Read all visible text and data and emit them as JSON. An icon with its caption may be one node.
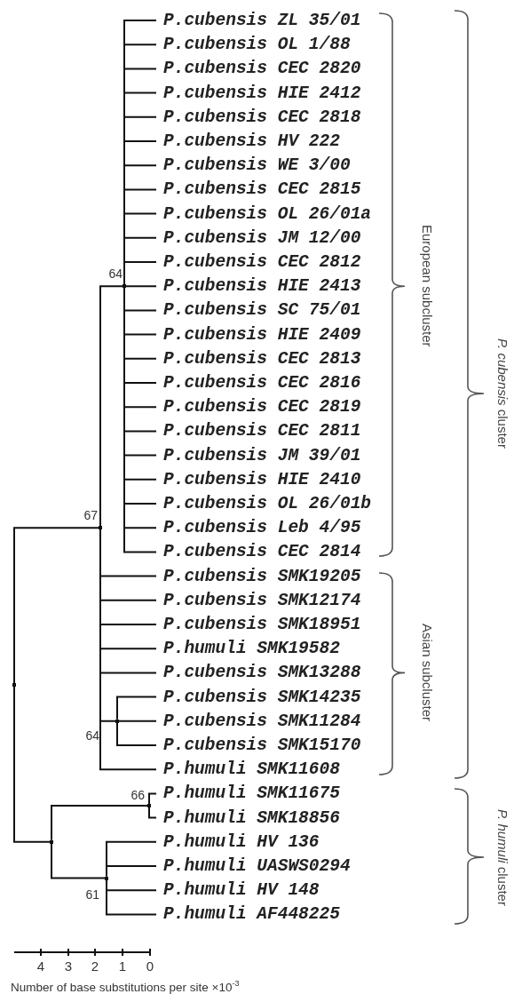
{
  "diagram": {
    "nodes": [
      {
        "text": [],
        "shape": "point"
      },
      {
        "text": [],
        "shape": "point",
        "beside": [
          "67"
        ]
      },
      {
        "text": [],
        "shape": "point",
        "beside": [
          "64"
        ]
      },
      {
        "text": [
          "P.cubensis ZL 35/01"
        ]
      },
      {
        "text": [
          "P.cubensis OL 1/88"
        ]
      },
      {
        "text": [
          "P.cubensis CEC 2820"
        ]
      },
      {
        "text": [
          "P.cubensis HIE 2412"
        ]
      },
      {
        "text": [
          "P.cubensis CEC 2818"
        ]
      },
      {
        "text": [
          "P.cubensis HV 222"
        ]
      },
      {
        "text": [
          "P.cubensis WE 3/00"
        ]
      },
      {
        "text": [
          "P.cubensis CEC 2815"
        ]
      },
      {
        "text": [
          "P.cubensis OL 26/01a"
        ]
      },
      {
        "text": [
          "P.cubensis JM 12/00"
        ]
      },
      {
        "text": [
          "P.cubensis CEC 2812"
        ]
      },
      {
        "text": [
          "P.cubensis HIE 2413"
        ]
      },
      {
        "text": [
          "P.cubensis SC 75/01"
        ]
      },
      {
        "text": [
          "P.cubensis HIE 2409"
        ]
      },
      {
        "text": [
          "P.cubensis CEC 2813"
        ]
      },
      {
        "text": [
          "P.cubensis CEC 2816"
        ]
      },
      {
        "text": [
          "P.cubensis CEC 2819"
        ]
      },
      {
        "text": [
          "P.cubensis CEC 2811"
        ]
      },
      {
        "text": [
          "P.cubensis JM 39/01"
        ]
      },
      {
        "text": [
          "P.cubensis HIE 2410"
        ]
      },
      {
        "text": [
          "P.cubensis OL 26/01b"
        ]
      },
      {
        "text": [
          "P.cubensis Leb 4/95"
        ]
      },
      {
        "text": [
          "P.cubensis CEC 2814"
        ]
      },
      {
        "text": [
          "P.cubensis SMK19205"
        ]
      },
      {
        "text": [
          "P.cubensis SMK12174"
        ]
      },
      {
        "text": [
          "P.cubensis SMK18951"
        ]
      },
      {
        "text": [
          "P.humuli SMK19582"
        ]
      },
      {
        "text": [
          "P.cubensis SMK13288"
        ]
      },
      {
        "text": [],
        "shape": "point",
        "beside": [
          "64"
        ]
      },
      {
        "text": [
          "P.cubensis SMK14235"
        ]
      },
      {
        "text": [
          "P.cubensis SMK11284"
        ]
      },
      {
        "text": [
          "P.cubensis SMK15170"
        ]
      },
      {
        "text": [
          "P.humuli SMK11608"
        ]
      },
      {
        "text": [],
        "shape": "point"
      },
      {
        "text": [],
        "shape": "point",
        "beside": [
          "66"
        ]
      },
      {
        "text": [
          "P.humuli SMK11675"
        ]
      },
      {
        "text": [
          "P.humuli SMK18856"
        ]
      },
      {
        "text": [],
        "shape": "point",
        "beside": [
          "61"
        ]
      },
      {
        "text": [
          "P.humuli HV 136"
        ]
      },
      {
        "text": [
          "P.humuli UASWS0294"
        ]
      },
      {
        "text": [
          "P.humuli HV 148"
        ]
      },
      {
        "text": [
          "P.humuli AF448225"
        ]
      }
    ],
    "edges": [
      {
        "from": 0,
        "to": 1,
        "arrow": "none"
      },
      {
        "from": 1,
        "to": 2,
        "arrow": "none"
      },
      {
        "from": 2,
        "to": 3,
        "arrow": "none"
      },
      {
        "from": 2,
        "to": 4,
        "arrow": "none"
      },
      {
        "from": 2,
        "to": 5,
        "arrow": "none"
      },
      {
        "from": 2,
        "to": 6,
        "arrow": "none"
      },
      {
        "from": 2,
        "to": 7,
        "arrow": "none"
      },
      {
        "from": 2,
        "to": 8,
        "arrow": "none"
      },
      {
        "from": 2,
        "to": 9,
        "arrow": "none"
      },
      {
        "from": 2,
        "to": 10,
        "arrow": "none"
      },
      {
        "from": 2,
        "to": 11,
        "arrow": "none"
      },
      {
        "from": 2,
        "to": 12,
        "arrow": "none"
      },
      {
        "from": 2,
        "to": 13,
        "arrow": "none"
      },
      {
        "from": 2,
        "to": 14,
        "arrow": "none"
      },
      {
        "from": 2,
        "to": 15,
        "arrow": "none"
      },
      {
        "from": 2,
        "to": 16,
        "arrow": "none"
      },
      {
        "from": 2,
        "to": 17,
        "arrow": "none"
      },
      {
        "from": 2,
        "to": 18,
        "arrow": "none"
      },
      {
        "from": 2,
        "to": 19,
        "arrow": "none"
      },
      {
        "from": 2,
        "to": 20,
        "arrow": "none"
      },
      {
        "from": 2,
        "to": 21,
        "arrow": "none"
      },
      {
        "from": 2,
        "to": 22,
        "arrow": "none"
      },
      {
        "from": 2,
        "to": 23,
        "arrow": "none"
      },
      {
        "from": 2,
        "to": 24,
        "arrow": "none"
      },
      {
        "from": 2,
        "to": 25,
        "arrow": "none"
      },
      {
        "from": 1,
        "to": 26,
        "arrow": "none"
      },
      {
        "from": 1,
        "to": 27,
        "arrow": "none"
      },
      {
        "from": 1,
        "to": 28,
        "arrow": "none"
      },
      {
        "from": 1,
        "to": 29,
        "arrow": "none"
      },
      {
        "from": 1,
        "to": 30,
        "arrow": "none"
      },
      {
        "from": 1,
        "to": 31,
        "arrow": "none"
      },
      {
        "from": 31,
        "to": 32,
        "arrow": "none"
      },
      {
        "from": 31,
        "to": 33,
        "arrow": "none"
      },
      {
        "from": 31,
        "to": 34,
        "arrow": "none"
      },
      {
        "from": 1,
        "to": 35,
        "arrow": "none"
      },
      {
        "from": 0,
        "to": 36,
        "arrow": "none"
      },
      {
        "from": 36,
        "to": 37,
        "arrow": "none"
      },
      {
        "from": 37,
        "to": 38,
        "arrow": "none"
      },
      {
        "from": 37,
        "to": 39,
        "arrow": "none"
      },
      {
        "from": 36,
        "to": 40,
        "arrow": "none"
      },
      {
        "from": 40,
        "to": 41,
        "arrow": "none"
      },
      {
        "from": 40,
        "to": 42,
        "arrow": "none"
      },
      {
        "from": 40,
        "to": 43,
        "arrow": "none"
      },
      {
        "from": 40,
        "to": 44,
        "arrow": "none"
      }
    ],
    "labels": [
      "European subcluster",
      "*P. cubensis* cluster",
      "Asian subcluster",
      "*P. humuli* cluster",
      "4",
      "3",
      "2",
      "1",
      "0",
      "Number of base substitutions per site ×10$^{-3}$"
    ]
  }
}
